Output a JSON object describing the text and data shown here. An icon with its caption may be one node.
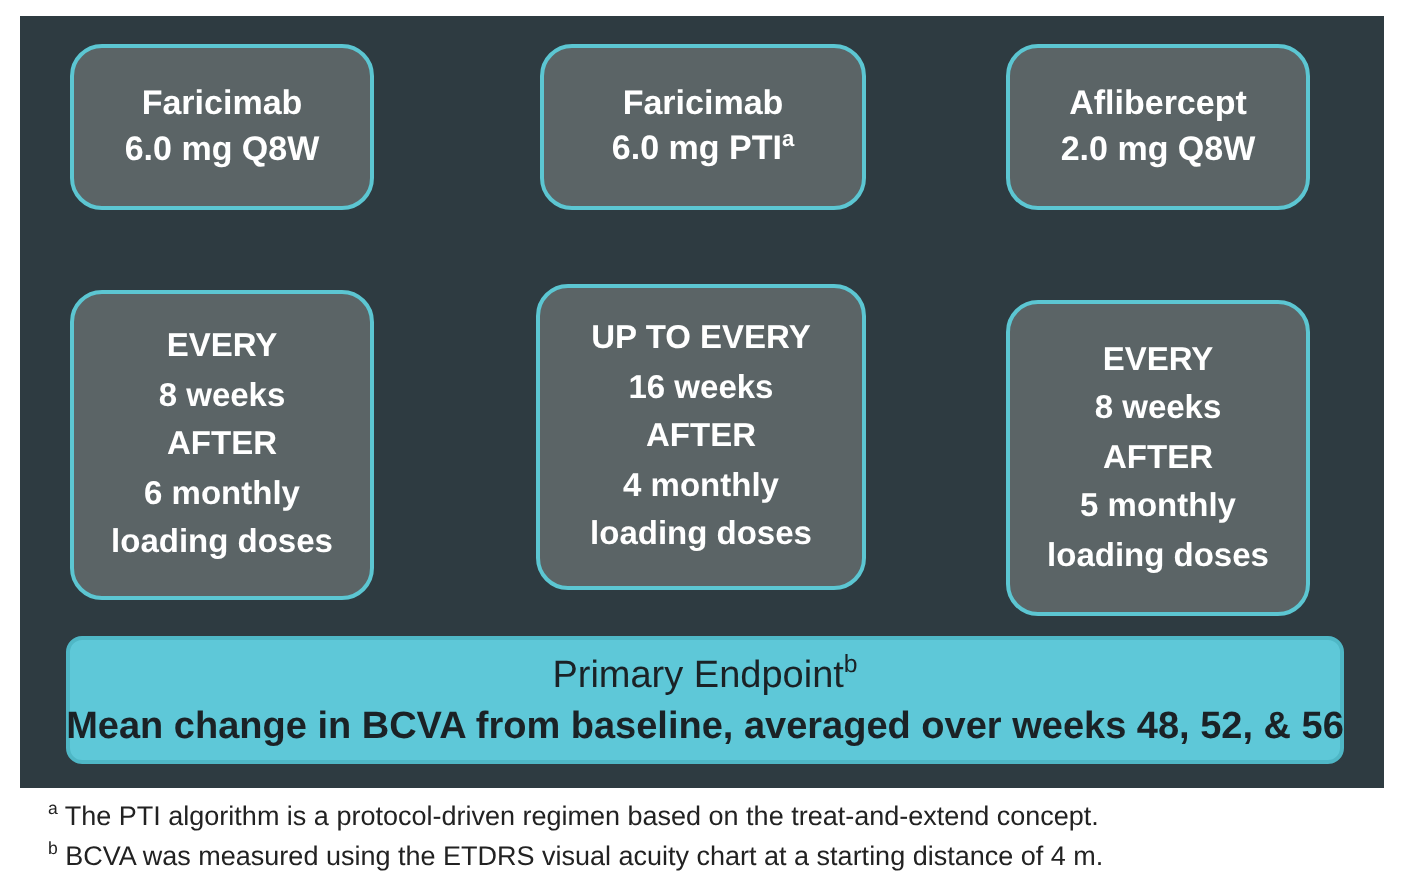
{
  "diagram": {
    "nodes": [
      {
        "text": [
          "Faricimab",
          "6.0 mg Q8W"
        ]
      },
      {
        "text": [
          "Faricimab",
          "6.0 mg PTI$^{a}$"
        ]
      },
      {
        "text": [
          "Aflibercept",
          "2.0 mg Q8W"
        ]
      },
      {
        "text": [
          "EVERY",
          "8 weeks",
          "AFTER",
          "6 monthly",
          "loading doses"
        ]
      },
      {
        "text": [
          "UP TO EVERY",
          "16 weeks",
          "AFTER",
          "4 monthly",
          "loading doses"
        ]
      },
      {
        "text": [
          "EVERY",
          "8 weeks",
          "AFTER",
          "5 monthly",
          "loading doses"
        ]
      },
      {
        "text": [
          "Primary Endpoint$^{b}$",
          "Mean change in BCVA from baseline, averaged over weeks 48, 52, & 56"
        ]
      }
    ],
    "labels": [
      "$^{a}$ The PTI algorithm is a protocol-driven regimen based on the treat-and-extend concept.",
      "$^{b}$ BCVA was measured using the ETDRS visual acuity chart at a starting distance of 4 m."
    ]
  }
}
